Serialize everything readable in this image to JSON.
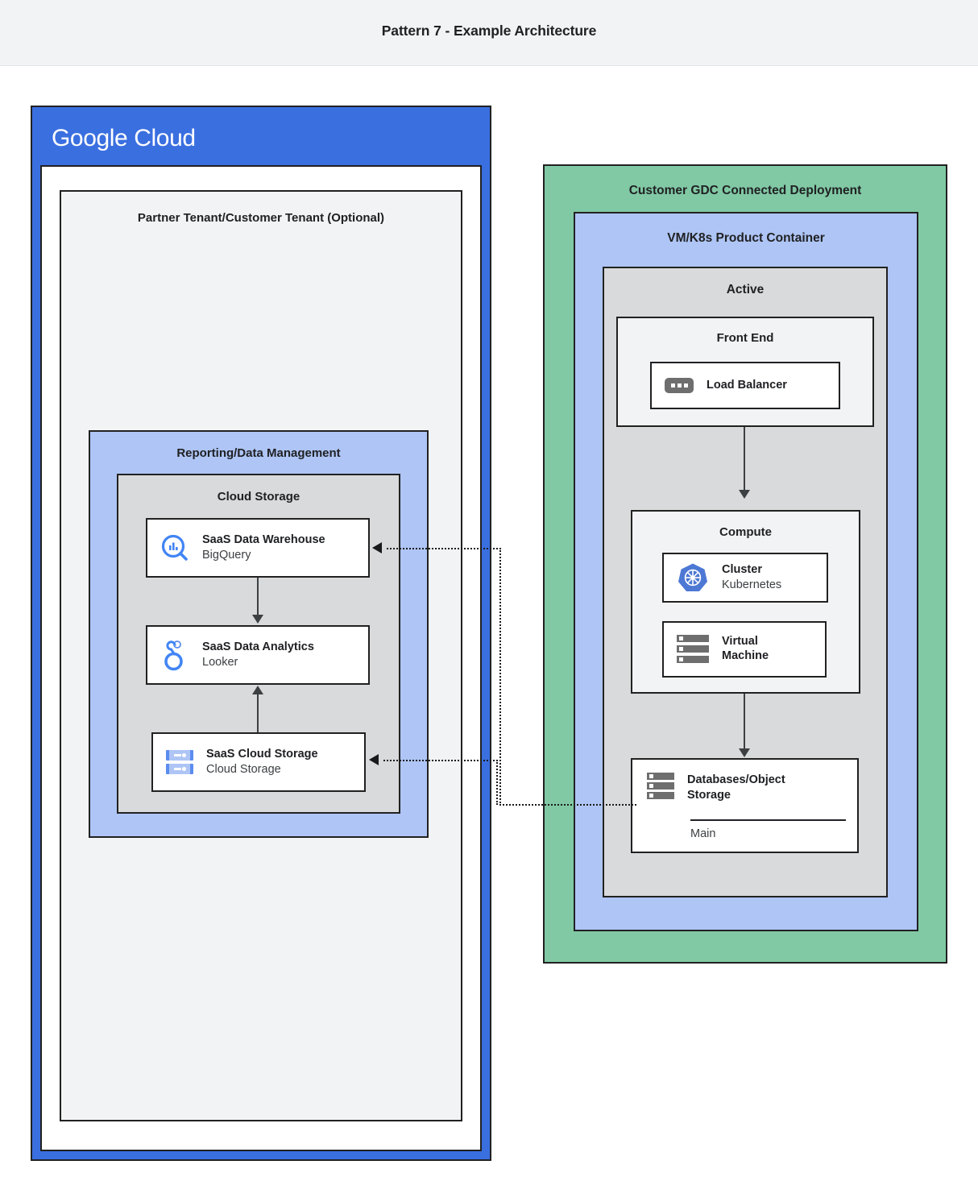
{
  "header": {
    "title": "Pattern 7 - Example Architecture"
  },
  "colors": {
    "google_blue": "#3a6fe0",
    "light_blue": "#aec5f5",
    "green": "#81c9a4",
    "gray": "#d9dadb",
    "light_gray": "#f1f3f4",
    "white": "#ffffff",
    "stroke": "#212121",
    "arrow": "#3c4043"
  },
  "google_cloud": {
    "logo_google": "Google",
    "logo_cloud": "Cloud",
    "tenant": {
      "title": "Partner Tenant/Customer Tenant (Optional)",
      "reporting": {
        "title": "Reporting/Data Management",
        "cloud_storage_group": {
          "title": "Cloud Storage",
          "services": [
            {
              "icon": "bigquery-icon",
              "name": "SaaS Data Warehouse",
              "product": "BigQuery"
            },
            {
              "icon": "looker-icon",
              "name": "SaaS Data Analytics",
              "product": "Looker"
            },
            {
              "icon": "cloud-storage-icon",
              "name": "SaaS Cloud Storage",
              "product": "Cloud Storage"
            }
          ]
        }
      }
    }
  },
  "gdc": {
    "title": "Customer GDC Connected Deployment",
    "container": {
      "title": "VM/K8s Product Container",
      "active": {
        "title": "Active",
        "front_end": {
          "title": "Front End",
          "item": {
            "icon": "load-balancer-icon",
            "name": "Load Balancer"
          }
        },
        "compute": {
          "title": "Compute",
          "items": [
            {
              "icon": "kubernetes-icon",
              "name": "Cluster",
              "product": "Kubernetes"
            },
            {
              "icon": "virtual-machine-icon",
              "name_line1": "Virtual",
              "name_line2": "Machine"
            }
          ]
        },
        "database": {
          "icon": "database-icon",
          "name_line1": "Databases/Object",
          "name_line2": "Storage",
          "instance": "Main"
        }
      }
    }
  },
  "connectors": [
    {
      "name": "database-to-data-warehouse",
      "style": "dotted",
      "direction": "right-to-left"
    },
    {
      "name": "database-to-cloud-storage",
      "style": "dotted",
      "direction": "right-to-left"
    },
    {
      "name": "warehouse-to-analytics",
      "style": "solid",
      "direction": "down"
    },
    {
      "name": "storage-to-analytics",
      "style": "solid",
      "direction": "up"
    },
    {
      "name": "load-balancer-to-compute",
      "style": "solid",
      "direction": "down"
    },
    {
      "name": "compute-to-database",
      "style": "solid",
      "direction": "down"
    }
  ]
}
